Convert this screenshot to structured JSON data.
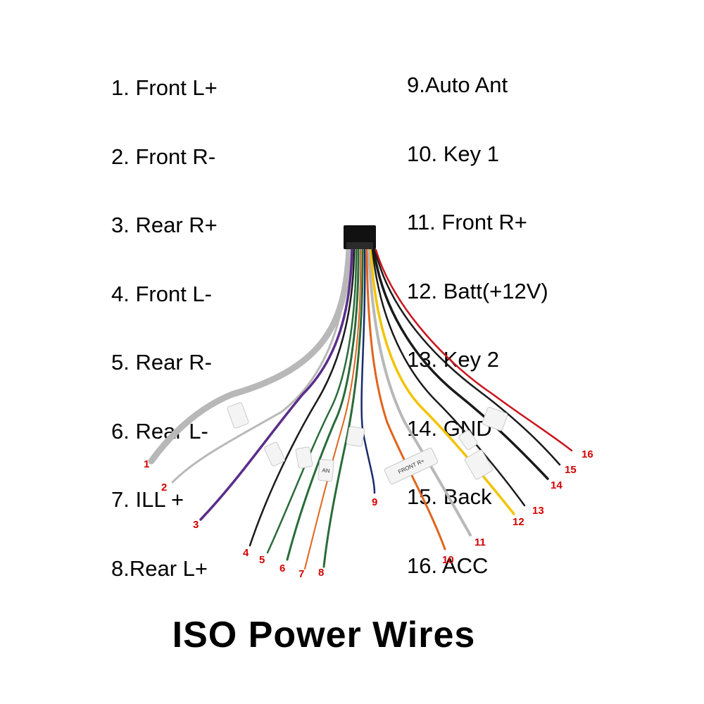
{
  "legend_left": [
    "1. Front L+",
    "2. Front R-",
    "3. Rear R+",
    "4. Front L-",
    "5. Rear R-",
    "6. Rear L-",
    "7. ILL +",
    "8.Rear L+"
  ],
  "legend_right": [
    "9.Auto Ant",
    "10. Key 1",
    "11. Front R+",
    "12. Batt(+12V)",
    "13. Key 2",
    "14. GND",
    "15. Back",
    "16. ACC"
  ],
  "pin_numbers": [
    "1",
    "2",
    "3",
    "4",
    "5",
    "6",
    "7",
    "8",
    "9",
    "10",
    "11",
    "12",
    "13",
    "14",
    "15",
    "16"
  ],
  "tag_texts": [
    "FRONT R+",
    "AN"
  ],
  "title": "ISO Power Wires",
  "colors": {
    "pin_label": "#d40000",
    "connector": "#111111",
    "gray": "#b8b8b8",
    "purple": "#5a2d8a",
    "green": "#2a6b3a",
    "orange": "#e0641e",
    "yellow": "#f2c400",
    "red": "#c8161d",
    "black": "#1a1a1a",
    "blue": "#1a2a6b",
    "dark_gray": "#555555"
  }
}
